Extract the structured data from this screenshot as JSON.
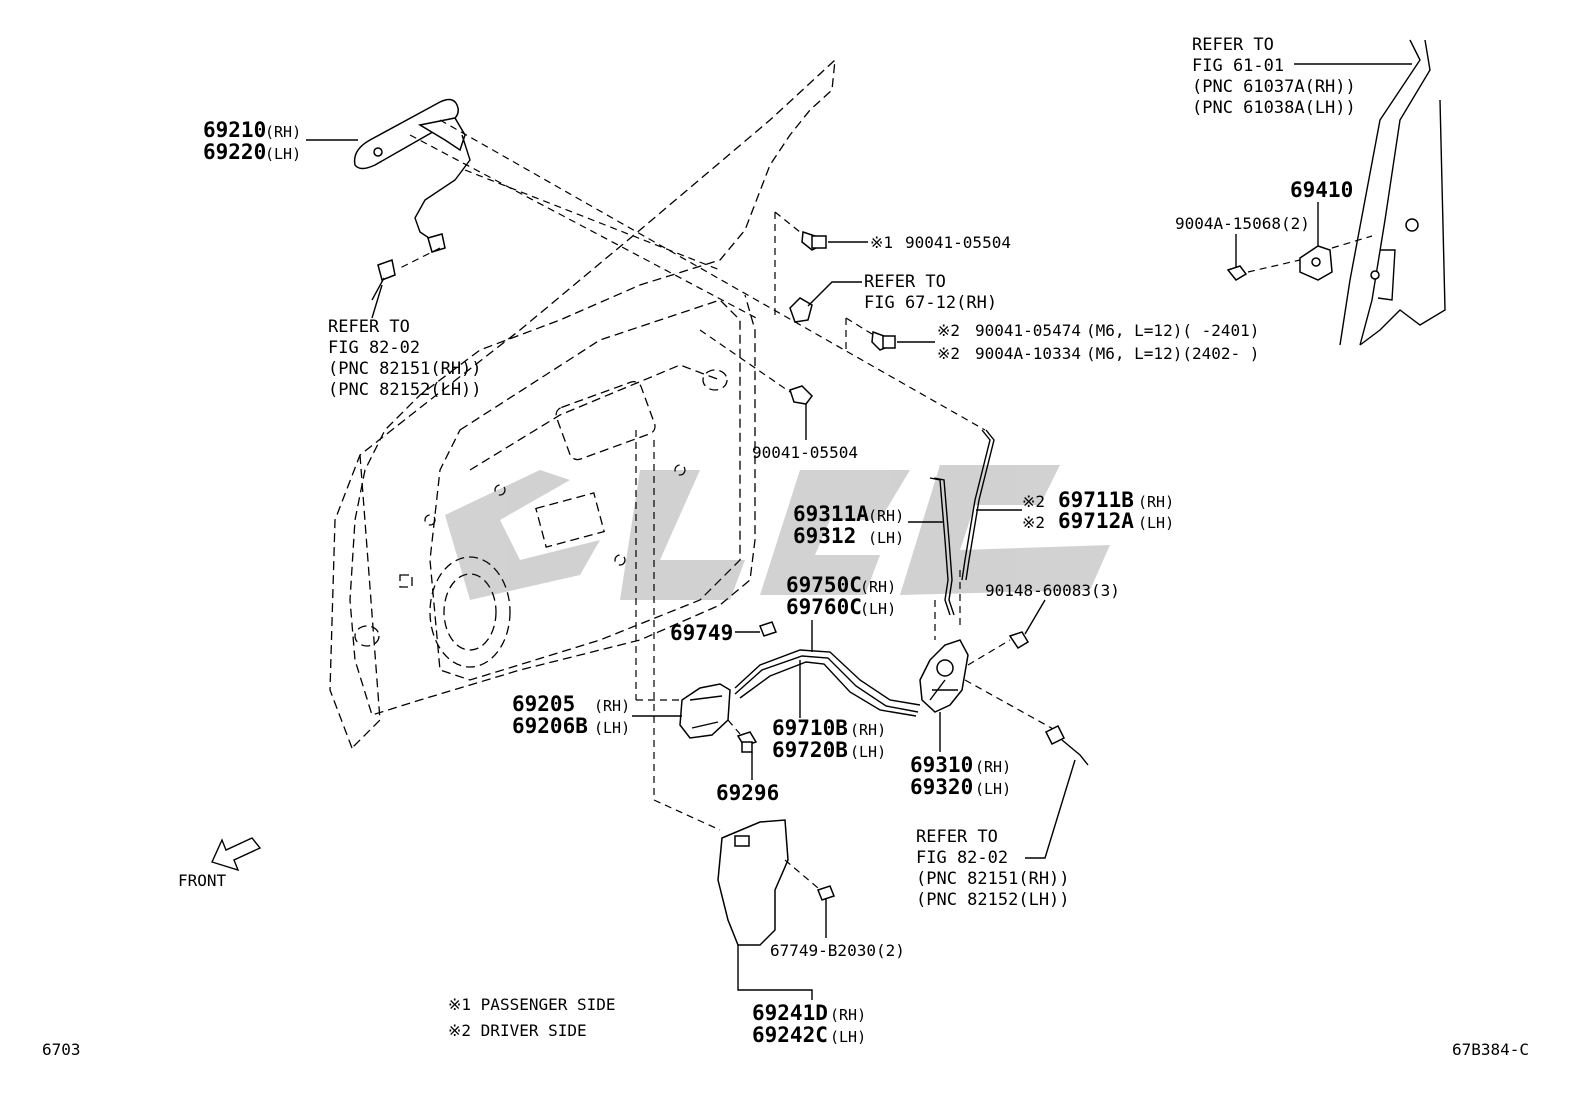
{
  "parts": {
    "outer_handle": {
      "num_rh": "69210",
      "sfx_rh": "(RH)",
      "num_lh": "69220",
      "sfx_lh": "(LH)"
    },
    "ref_82_02_upper": [
      "REFER TO",
      "FIG 82-02",
      "(PNC 82151(RH))",
      "(PNC 82152(LH))"
    ],
    "bolt_90041_05504_top": {
      "mark": "※1",
      "num": "90041-05504"
    },
    "ref_67_12": [
      "REFER TO",
      "FIG 67-12(RH)"
    ],
    "bolt_90041_05474": {
      "mark": "※2",
      "num": "90041-05474",
      "spec": "(M6, L=12)(      -2401)"
    },
    "bolt_9004a_10334": {
      "mark": "※2",
      "num": "9004A-10334",
      "spec": "(M6, L=12)(2402-      )"
    },
    "bolt_90041_05504_mid": {
      "num": "90041-05504"
    },
    "ref_61_01": [
      "REFER TO",
      "FIG 61-01",
      "(PNC 61037A(RH))",
      "(PNC 61038A(LH))"
    ],
    "striker": {
      "num": "69410"
    },
    "striker_bolt": {
      "num": "9004A-15068(2)"
    },
    "rod_69311": {
      "num_rh": "69311A",
      "sfx_rh": "(RH)",
      "num_lh": "69312",
      "sfx_lh": "(LH)"
    },
    "rod_69711": {
      "mark_rh": "※2",
      "num_rh": "69711B",
      "sfx_rh": "(RH)",
      "mark_lh": "※2",
      "num_lh": "69712A",
      "sfx_lh": "(LH)"
    },
    "cable_69750": {
      "num_rh": "69750C",
      "sfx_rh": "(RH)",
      "num_lh": "69760C",
      "sfx_lh": "(LH)"
    },
    "screw_90148": {
      "num": "90148-60083(3)"
    },
    "clip_69749": {
      "num": "69749"
    },
    "inner_handle": {
      "num_rh": "69205",
      "sfx_rh": "(RH)",
      "num_lh": "69206B",
      "sfx_lh": "(LH)"
    },
    "cable_69710": {
      "num_rh": "69710B",
      "sfx_rh": "(RH)",
      "num_lh": "69720B",
      "sfx_lh": "(LH)"
    },
    "lock_69310": {
      "num_rh": "69310",
      "sfx_rh": "(RH)",
      "num_lh": "69320",
      "sfx_lh": "(LH)"
    },
    "screw_69296": {
      "num": "69296"
    },
    "ref_82_02_lower": [
      "REFER TO",
      "FIG 82-02",
      "(PNC 82151(RH))",
      "(PNC 82152(LH))"
    ],
    "clip_67749": {
      "num": "67749-B2030(2)"
    },
    "cover_69241": {
      "num_rh": "69241D",
      "sfx_rh": "(RH)",
      "num_lh": "69242C",
      "sfx_lh": "(LH)"
    }
  },
  "legend": {
    "item1": "※1 PASSENGER SIDE",
    "item2": "※2 DRIVER SIDE"
  },
  "front_label": "FRONT",
  "fig_number": "6703",
  "drawing_code": "67B384-C"
}
